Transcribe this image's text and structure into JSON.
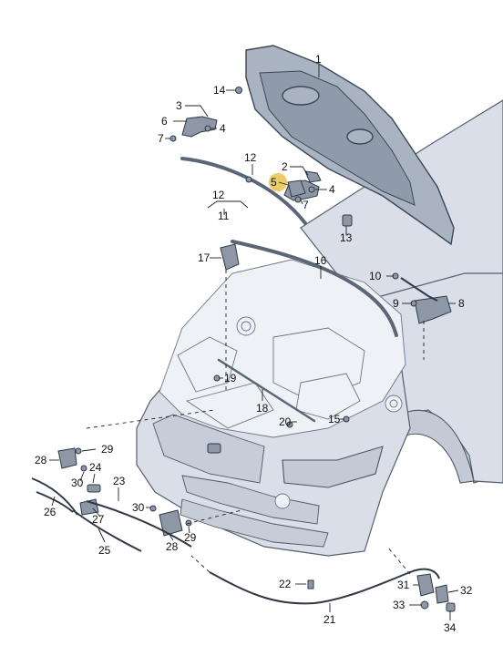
{
  "diagram": {
    "callouts": [
      "1",
      "2",
      "3",
      "4",
      "4",
      "5",
      "6",
      "7",
      "7",
      "8",
      "9",
      "10",
      "11",
      "12",
      "12",
      "13",
      "14",
      "15",
      "16",
      "17",
      "18",
      "19",
      "20",
      "21",
      "22",
      "23",
      "24",
      "25",
      "26",
      "27",
      "28",
      "28",
      "29",
      "29",
      "30",
      "30",
      "31",
      "32",
      "33",
      "34"
    ]
  },
  "colors": {
    "highlight": "#e8c24a",
    "line": "#222222",
    "body_fill": "#d9dee8"
  }
}
